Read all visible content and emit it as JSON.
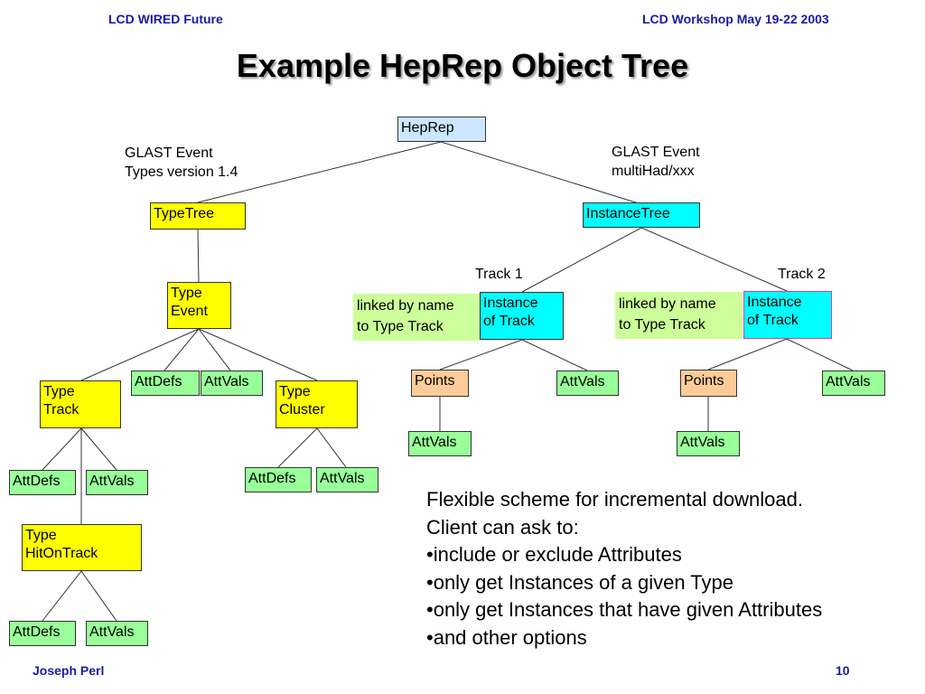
{
  "header": {
    "left": "LCD WIRED Future",
    "right": "LCD Workshop  May 19-22 2003"
  },
  "title": "Example HepRep Object Tree",
  "footer": {
    "author": "Joseph Perl",
    "page": "10"
  },
  "nodes": {
    "heprep": "HepRep",
    "typetree": "TypeTree",
    "instancetree": "InstanceTree",
    "type_event": [
      "Type",
      "Event"
    ],
    "type_track": [
      "Type",
      "Track"
    ],
    "type_cluster": [
      "Type",
      "Cluster"
    ],
    "type_hitontrack": [
      "Type",
      "HitOnTrack"
    ],
    "attdefs": "AttDefs",
    "attvals": "AttVals",
    "instance_of_track": [
      "Instance",
      "of Track"
    ],
    "points": "Points"
  },
  "labels": {
    "glast_types": [
      "GLAST Event",
      "Types version 1.4"
    ],
    "glast_multihad": [
      "GLAST Event",
      "multiHad/xxx"
    ],
    "track1": "Track 1",
    "track2": "Track 2",
    "linked": [
      "linked by name",
      "to Type Track"
    ]
  },
  "notes": [
    "Flexible scheme for incremental download.",
    "Client can ask to:",
    "•include or exclude Attributes",
    "•only get Instances of a given Type",
    "•only get Instances that have given Attributes",
    "•and other options"
  ],
  "colors": {
    "header_text": "#1a1aa6",
    "heprep_box": "#cce6ff",
    "type_box": "#ffff00",
    "instance_box": "#00ffff",
    "att_box": "#99ff99",
    "points_box": "#ffcc99",
    "link_note": "#ccff99"
  }
}
